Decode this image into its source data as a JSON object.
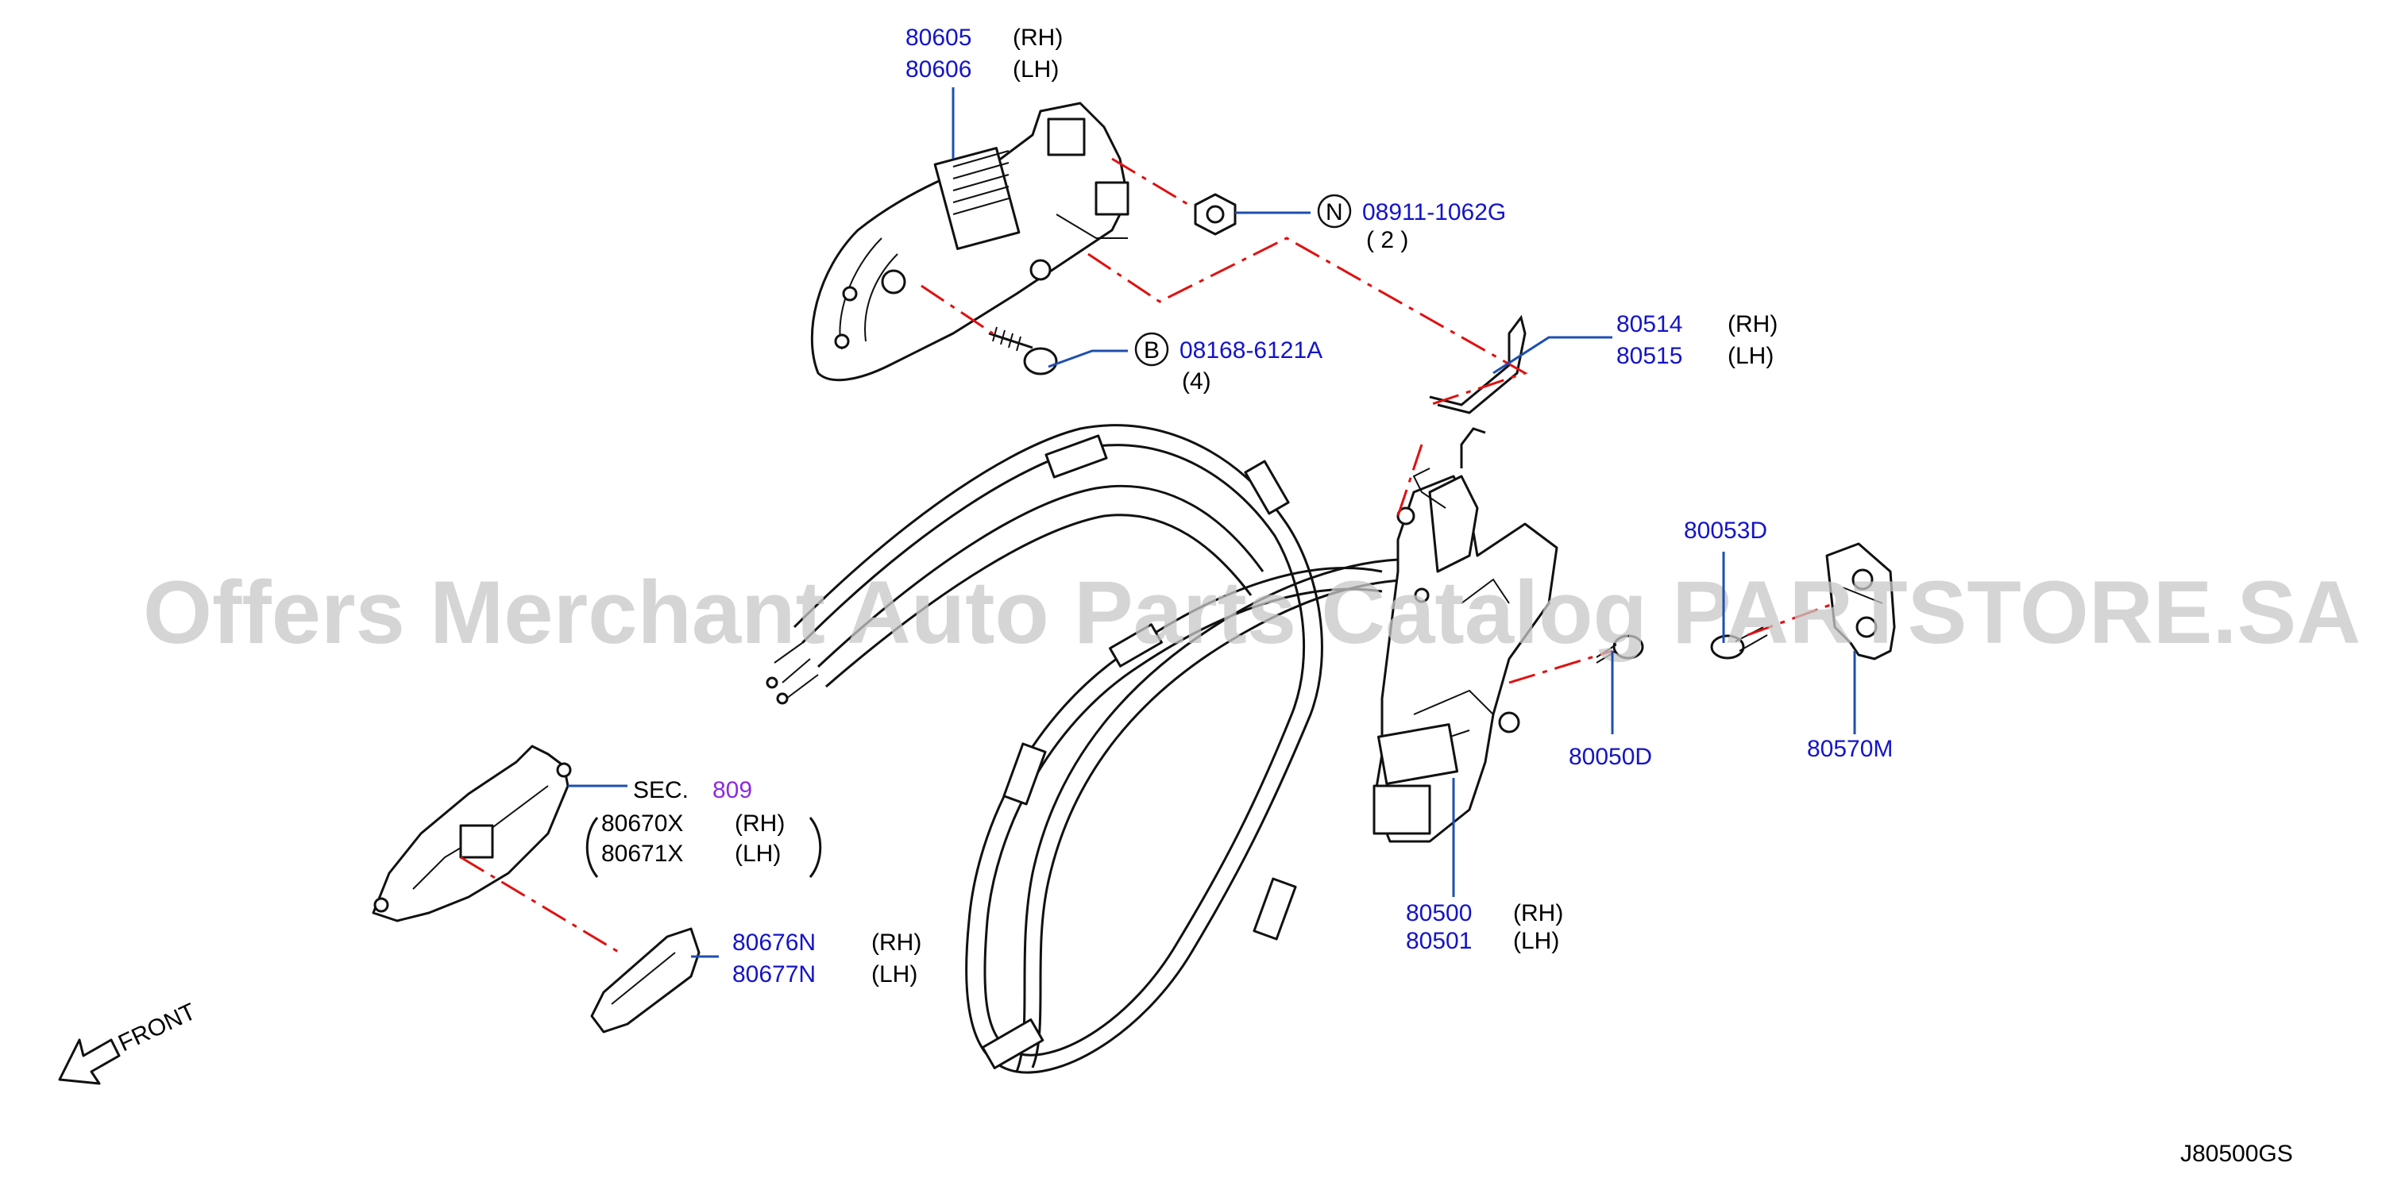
{
  "watermark": "Offers Merchant Auto Parts Catalog PARTSTORE.SA",
  "diagram_code": "J80500GS",
  "front_label": "FRONT",
  "labels": {
    "outside_handle": {
      "pn_rh": "80605",
      "side_rh": "(RH)",
      "pn_lh": "80606",
      "side_lh": "(LH)"
    },
    "nut": {
      "symbol": "N",
      "pn": "08911-1062G",
      "qty": "( 2 )"
    },
    "bolt": {
      "symbol": "B",
      "pn": "08168-6121A",
      "qty": "(4)"
    },
    "rod": {
      "pn_rh": "80514",
      "side_rh": "(RH)",
      "pn_lh": "80515",
      "side_lh": "(LH)"
    },
    "screw_top": {
      "pn": "80053D"
    },
    "screw": {
      "pn": "80050D"
    },
    "striker": {
      "pn": "80570M"
    },
    "lock_actuator": {
      "pn_rh": "80500",
      "side_rh": "(RH)",
      "pn_lh": "80501",
      "side_lh": "(LH)"
    },
    "inside_handle": {
      "sec": "SEC.",
      "sec_num": "809",
      "pn_rh": "80670X",
      "side_rh": "(RH)",
      "pn_lh": "80671X",
      "side_lh": "(LH)"
    },
    "escutcheon": {
      "pn_rh": "80676N",
      "side_rh": "(RH)",
      "pn_lh": "80677N",
      "side_lh": "(LH)"
    }
  },
  "colors": {
    "part_number": "#1414c8",
    "leader": "#1f4fb0",
    "dash_line": "#e01010",
    "section_ref": "#8a2be2"
  }
}
